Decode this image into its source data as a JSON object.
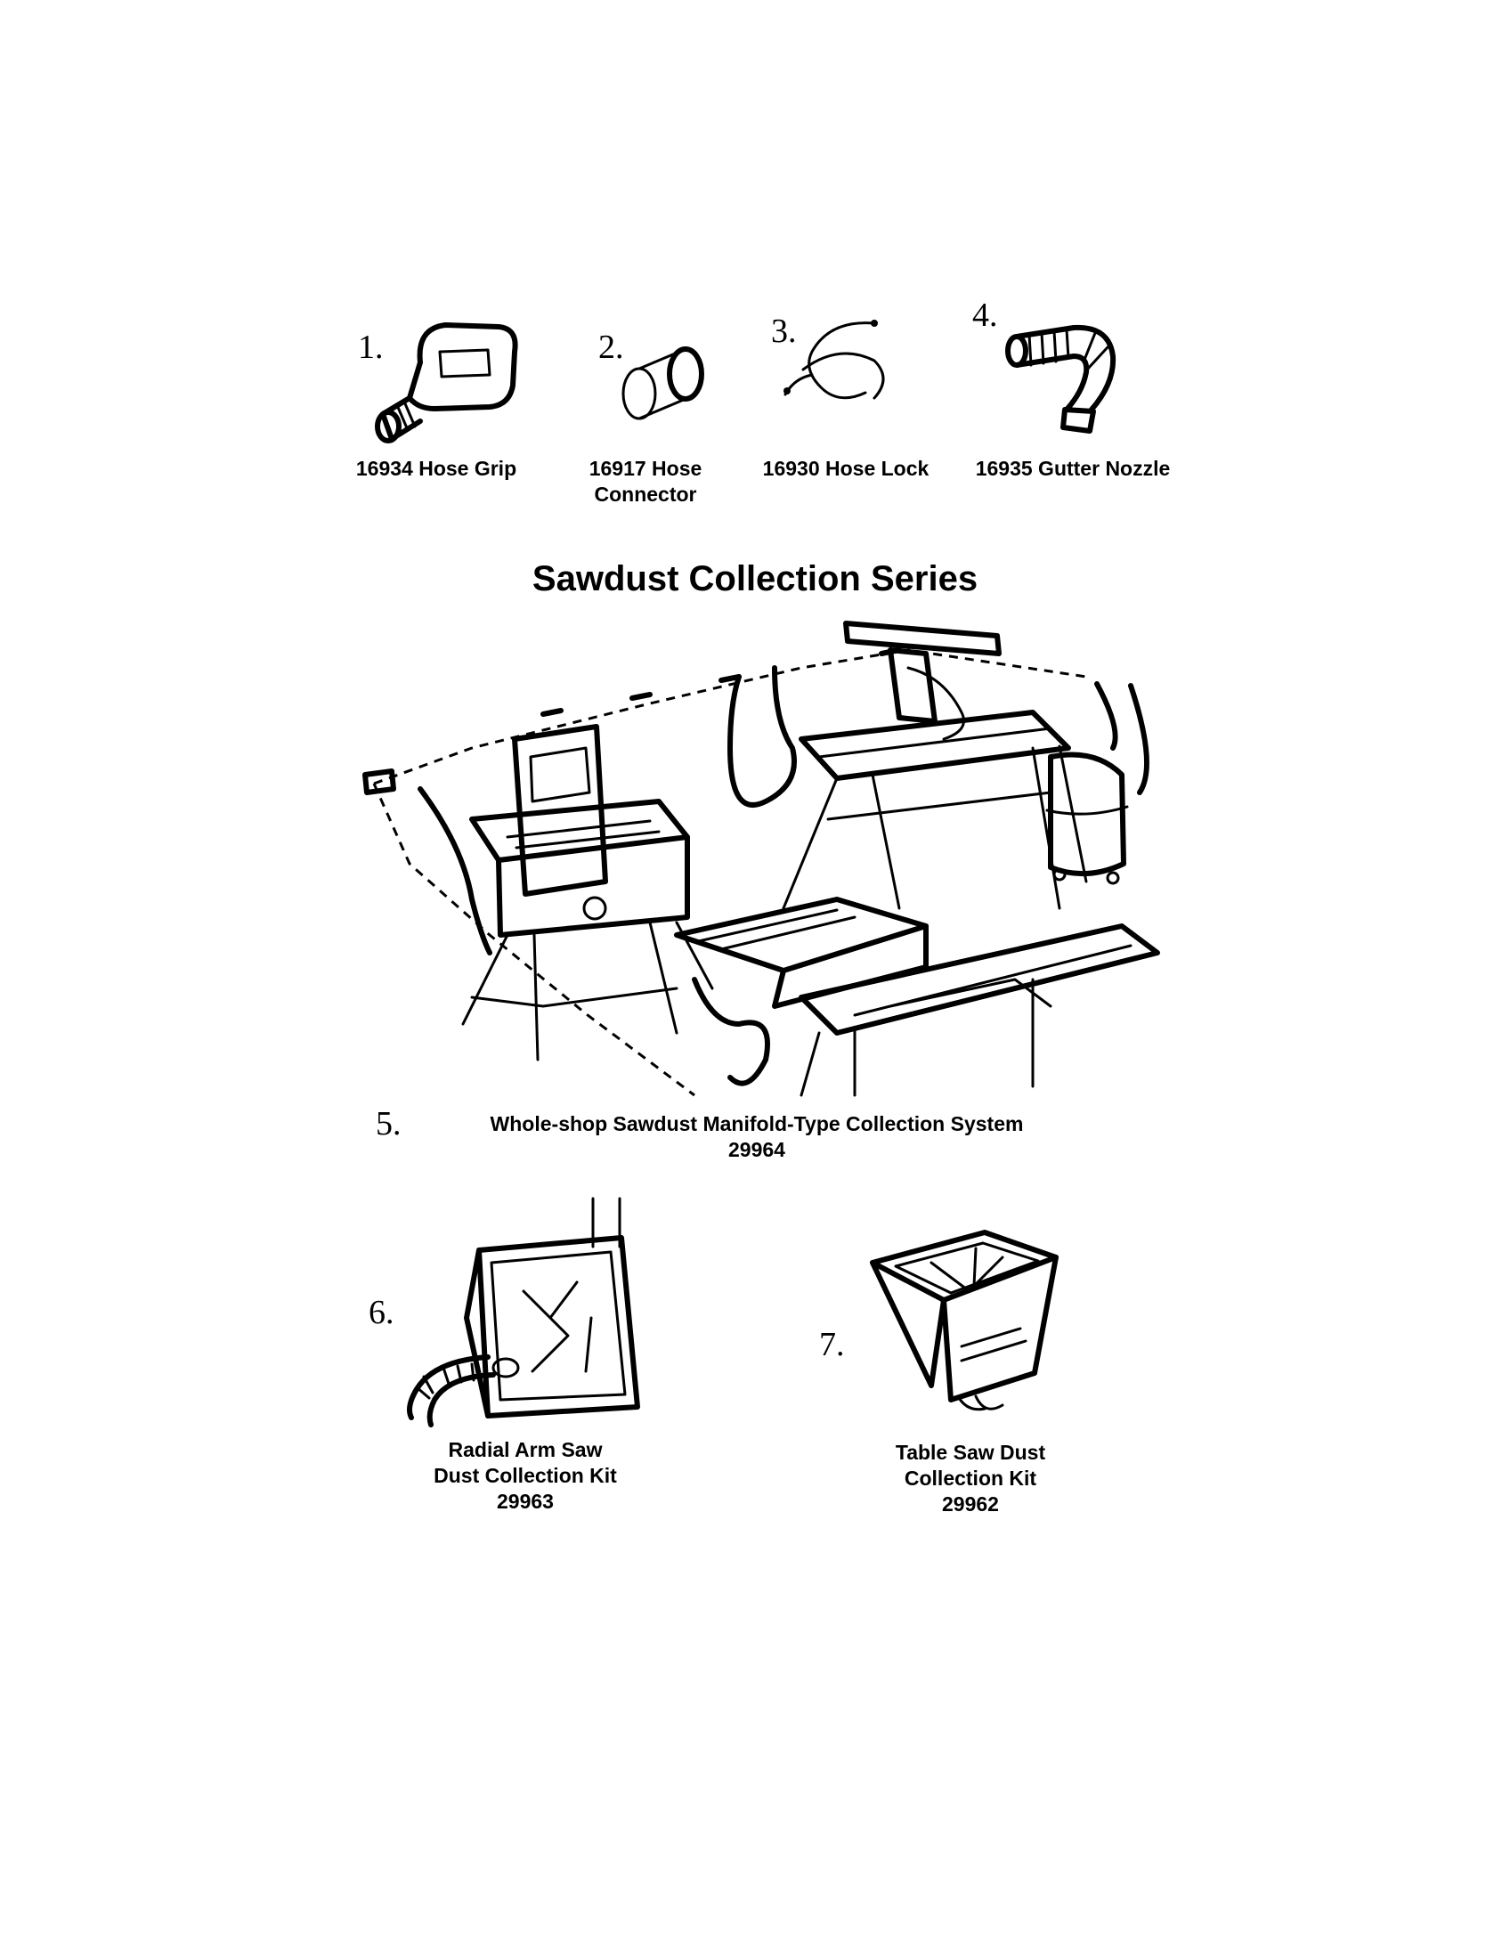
{
  "parts": [
    {
      "number": "1.",
      "caption_lines": [
        "16934 Hose Grip"
      ],
      "icon": "hose-grip-icon"
    },
    {
      "number": "2.",
      "caption_lines": [
        "16917 Hose",
        "Connector"
      ],
      "icon": "hose-connector-icon"
    },
    {
      "number": "3.",
      "caption_lines": [
        "16930 Hose Lock"
      ],
      "icon": "hose-lock-icon"
    },
    {
      "number": "4.",
      "caption_lines": [
        "16935 Gutter Nozzle"
      ],
      "icon": "gutter-nozzle-icon"
    }
  ],
  "title": "Sawdust Collection Series",
  "system": {
    "number": "5.",
    "caption": "Whole-shop Sawdust Manifold-Type Collection System",
    "code": "29964",
    "icon": "manifold-collection-system-illustration"
  },
  "kits": [
    {
      "number": "6.",
      "caption_lines": [
        "Radial Arm Saw",
        "Dust Collection Kit",
        "29963"
      ],
      "icon": "radial-arm-saw-dust-kit-illustration"
    },
    {
      "number": "7.",
      "caption_lines": [
        "Table Saw Dust",
        "Collection Kit",
        "29962"
      ],
      "icon": "table-saw-dust-kit-illustration"
    }
  ]
}
